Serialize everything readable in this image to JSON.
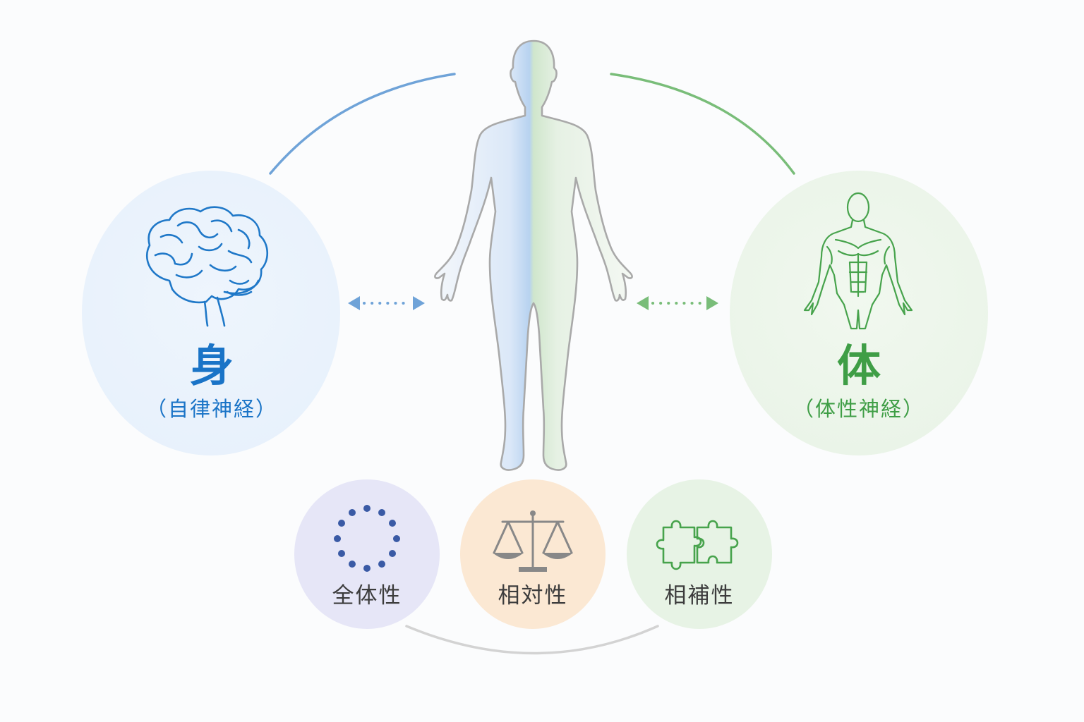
{
  "left": {
    "kanji": "身",
    "subtitle": "（自律神経）",
    "color": "#1a74c7",
    "icon": "brain-icon"
  },
  "right": {
    "kanji": "体",
    "subtitle": "（体性神経）",
    "color": "#3f9e46",
    "icon": "muscular-body-icon"
  },
  "center": {
    "icon": "human-body-icon"
  },
  "principles": [
    {
      "label": "全体性",
      "icon": "dotted-circle-icon",
      "bg": "#e6e6f7"
    },
    {
      "label": "相対性",
      "icon": "balance-scale-icon",
      "bg": "#fbe8d3"
    },
    {
      "label": "相補性",
      "icon": "puzzle-pieces-icon",
      "bg": "#e7f3e5"
    }
  ],
  "colors": {
    "blue": "#1a74c7",
    "green": "#3f9e46",
    "arc_gray": "#d0d0d0",
    "body_outline": "#a9a9a9"
  }
}
